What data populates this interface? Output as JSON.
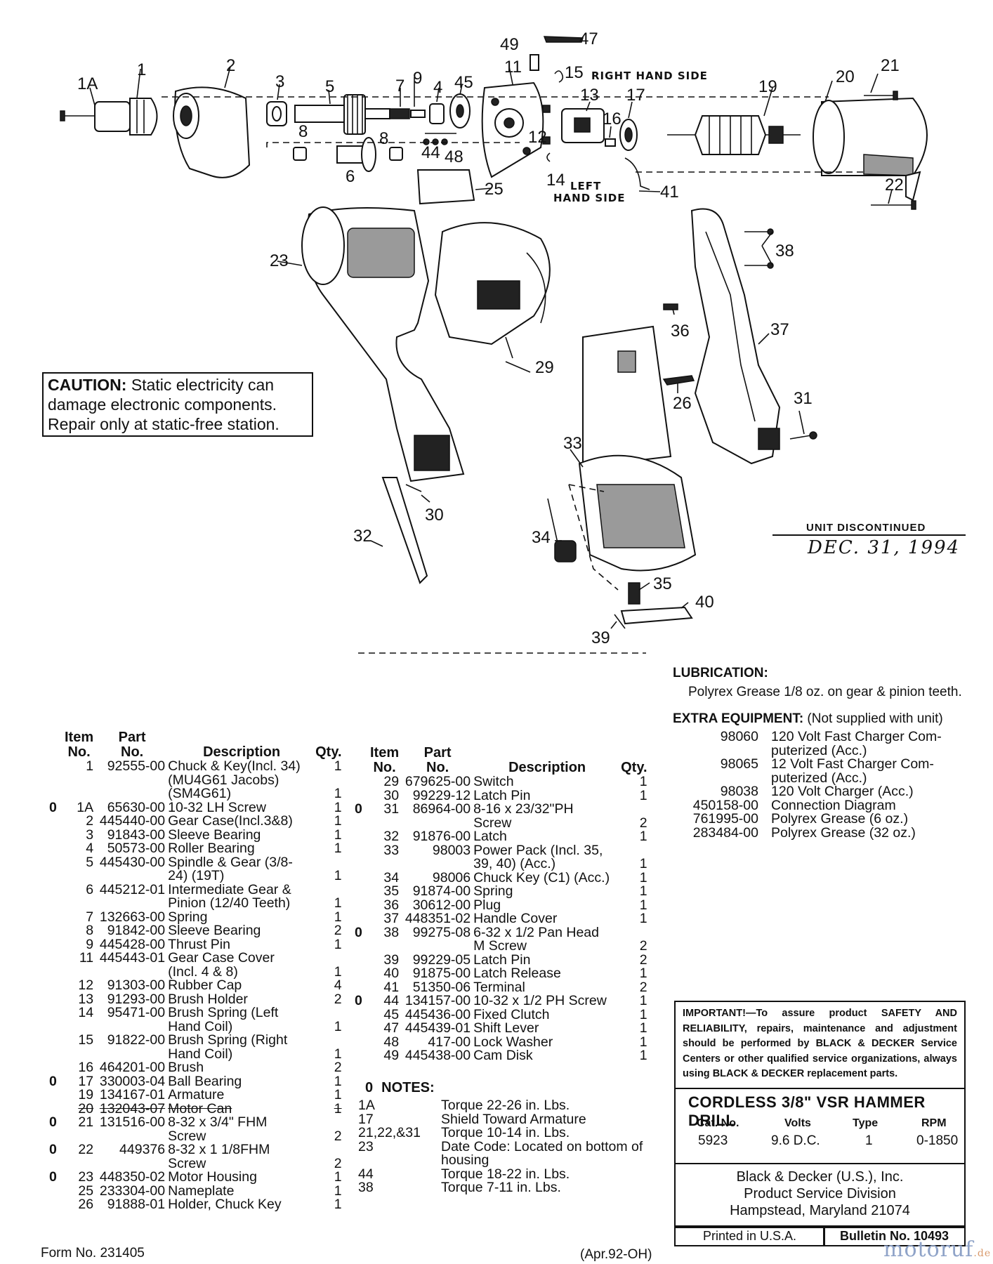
{
  "diagram": {
    "labels": {
      "p1A": "1A",
      "p1": "1",
      "p2": "2",
      "p3": "3",
      "p5": "5",
      "p7": "7",
      "p9": "9",
      "p4": "4",
      "p45": "45",
      "p49": "49",
      "p47": "47",
      "p11": "11",
      "p15": "15",
      "p19": "19",
      "p20": "20",
      "p21": "21",
      "p22": "22",
      "p13": "13",
      "p17": "17",
      "p16": "16",
      "p12": "12",
      "p14": "14",
      "p41": "41",
      "p25": "25",
      "p6": "6",
      "p8a": "8",
      "p8b": "8",
      "p44": "44",
      "p48": "48",
      "p23": "23",
      "p38": "38",
      "p36": "36",
      "p37": "37",
      "p29": "29",
      "p26": "26",
      "p31": "31",
      "p33": "33",
      "p30": "30",
      "p32": "32",
      "p34": "34",
      "p35": "35",
      "p40": "40",
      "p39": "39"
    },
    "right_hand_side": "RIGHT HAND SIDE",
    "left_word": "LEFT",
    "hand_side": "HAND SIDE",
    "unit_discontinued": "UNIT DISCONTINUED",
    "discontinued_date": "DEC. 31, 1994"
  },
  "caution": {
    "bold": "CAUTION:",
    "line1": " Static electricity can",
    "line2": "damage electronic components.",
    "line3": "Repair only at static-free station."
  },
  "parts_headers": {
    "item": "Item",
    "no": "No.",
    "part": "Part",
    "part_no": "No.",
    "description": "Description",
    "qty": "Qty."
  },
  "parts_left": [
    {
      "mark": "",
      "item": "1",
      "part": "92555-00",
      "desc": "Chuck & Key(Incl. 34)",
      "qty": "1"
    },
    {
      "mark": "",
      "item": "",
      "part": "",
      "desc": "(MU4G61 Jacobs)",
      "qty": ""
    },
    {
      "mark": "",
      "item": "",
      "part": "",
      "desc": "(SM4G61)",
      "qty": "1"
    },
    {
      "mark": "0",
      "item": "1A",
      "part": "65630-00",
      "desc": "10-32 LH Screw",
      "qty": "1"
    },
    {
      "mark": "",
      "item": "2",
      "part": "445440-00",
      "desc": "Gear Case(Incl.3&8)",
      "qty": "1"
    },
    {
      "mark": "",
      "item": "3",
      "part": "91843-00",
      "desc": "Sleeve Bearing",
      "qty": "1"
    },
    {
      "mark": "",
      "item": "4",
      "part": "50573-00",
      "desc": "Roller Bearing",
      "qty": "1"
    },
    {
      "mark": "",
      "item": "5",
      "part": "445430-00",
      "desc": "Spindle & Gear (3/8-",
      "qty": ""
    },
    {
      "mark": "",
      "item": "",
      "part": "",
      "desc": "24) (19T)",
      "qty": "1"
    },
    {
      "mark": "",
      "item": "6",
      "part": "445212-01",
      "desc": "Intermediate Gear &",
      "qty": ""
    },
    {
      "mark": "",
      "item": "",
      "part": "",
      "desc": "Pinion (12/40 Teeth)",
      "qty": "1"
    },
    {
      "mark": "",
      "item": "7",
      "part": "132663-00",
      "desc": "Spring",
      "qty": "1"
    },
    {
      "mark": "",
      "item": "8",
      "part": "91842-00",
      "desc": "Sleeve Bearing",
      "qty": "2"
    },
    {
      "mark": "",
      "item": "9",
      "part": "445428-00",
      "desc": "Thrust Pin",
      "qty": "1"
    },
    {
      "mark": "",
      "item": "11",
      "part": "445443-01",
      "desc": "Gear Case Cover",
      "qty": ""
    },
    {
      "mark": "",
      "item": "",
      "part": "",
      "desc": "(Incl. 4 & 8)",
      "qty": "1"
    },
    {
      "mark": "",
      "item": "12",
      "part": "91303-00",
      "desc": "Rubber Cap",
      "qty": "4"
    },
    {
      "mark": "",
      "item": "13",
      "part": "91293-00",
      "desc": "Brush Holder",
      "qty": "2"
    },
    {
      "mark": "",
      "item": "14",
      "part": "95471-00",
      "desc": "Brush Spring (Left",
      "qty": ""
    },
    {
      "mark": "",
      "item": "",
      "part": "",
      "desc": "Hand Coil)",
      "qty": "1"
    },
    {
      "mark": "",
      "item": "15",
      "part": "91822-00",
      "desc": "Brush Spring (Right",
      "qty": ""
    },
    {
      "mark": "",
      "item": "",
      "part": "",
      "desc": "Hand Coil)",
      "qty": "1"
    },
    {
      "mark": "",
      "item": "16",
      "part": "464201-00",
      "desc": "Brush",
      "qty": "2"
    },
    {
      "mark": "0",
      "item": "17",
      "part": "330003-04",
      "desc": "Ball Bearing",
      "qty": "1"
    },
    {
      "mark": "",
      "item": "19",
      "part": "134167-01",
      "desc": "Armature",
      "qty": "1"
    },
    {
      "mark": "",
      "item": "20",
      "part": "132043-07",
      "desc": "Motor Can",
      "qty": "1",
      "strike": true
    },
    {
      "mark": "0",
      "item": "21",
      "part": "131516-00",
      "desc": "8-32 x 3/4\" FHM",
      "qty": ""
    },
    {
      "mark": "",
      "item": "",
      "part": "",
      "desc": "Screw",
      "qty": "2"
    },
    {
      "mark": "0",
      "item": "22",
      "part": "449376",
      "desc": "8-32 x 1 1/8FHM",
      "qty": ""
    },
    {
      "mark": "",
      "item": "",
      "part": "",
      "desc": "Screw",
      "qty": "2"
    },
    {
      "mark": "0",
      "item": "23",
      "part": "448350-02",
      "desc": "Motor Housing",
      "qty": "1"
    },
    {
      "mark": "",
      "item": "25",
      "part": "233304-00",
      "desc": "Nameplate",
      "qty": "1"
    },
    {
      "mark": "",
      "item": "26",
      "part": "91888-01",
      "desc": "Holder, Chuck Key",
      "qty": "1"
    }
  ],
  "parts_right": [
    {
      "mark": "",
      "item": "29",
      "part": "679625-00",
      "desc": "Switch",
      "qty": "1"
    },
    {
      "mark": "",
      "item": "30",
      "part": "99229-12",
      "desc": "Latch Pin",
      "qty": "1"
    },
    {
      "mark": "0",
      "item": "31",
      "part": "86964-00",
      "desc": "8-16 x 23/32\"PH",
      "qty": ""
    },
    {
      "mark": "",
      "item": "",
      "part": "",
      "desc": "Screw",
      "qty": "2"
    },
    {
      "mark": "",
      "item": "32",
      "part": "91876-00",
      "desc": "Latch",
      "qty": "1"
    },
    {
      "mark": "",
      "item": "33",
      "part": "98003",
      "desc": "Power Pack (Incl. 35,",
      "qty": ""
    },
    {
      "mark": "",
      "item": "",
      "part": "",
      "desc": "39, 40) (Acc.)",
      "qty": "1"
    },
    {
      "mark": "",
      "item": "34",
      "part": "98006",
      "desc": "Chuck Key (C1) (Acc.)",
      "qty": "1"
    },
    {
      "mark": "",
      "item": "35",
      "part": "91874-00",
      "desc": "Spring",
      "qty": "1"
    },
    {
      "mark": "",
      "item": "36",
      "part": "30612-00",
      "desc": "Plug",
      "qty": "1"
    },
    {
      "mark": "",
      "item": "37",
      "part": "448351-02",
      "desc": "Handle Cover",
      "qty": "1"
    },
    {
      "mark": "0",
      "item": "38",
      "part": "99275-08",
      "desc": "6-32 x 1/2 Pan Head",
      "qty": ""
    },
    {
      "mark": "",
      "item": "",
      "part": "",
      "desc": "M Screw",
      "qty": "2"
    },
    {
      "mark": "",
      "item": "39",
      "part": "99229-05",
      "desc": "Latch Pin",
      "qty": "2"
    },
    {
      "mark": "",
      "item": "40",
      "part": "91875-00",
      "desc": "Latch Release",
      "qty": "1"
    },
    {
      "mark": "",
      "item": "41",
      "part": "51350-06",
      "desc": "Terminal",
      "qty": "2"
    },
    {
      "mark": "0",
      "item": "44",
      "part": "134157-00",
      "desc": "10-32 x 1/2 PH Screw",
      "qty": "1"
    },
    {
      "mark": "",
      "item": "45",
      "part": "445436-00",
      "desc": "Fixed Clutch",
      "qty": "1"
    },
    {
      "mark": "",
      "item": "47",
      "part": "445439-01",
      "desc": "Shift Lever",
      "qty": "1"
    },
    {
      "mark": "",
      "item": "48",
      "part": "417-00",
      "desc": "Lock Washer",
      "qty": "1"
    },
    {
      "mark": "",
      "item": "49",
      "part": "445438-00",
      "desc": "Cam Disk",
      "qty": "1"
    }
  ],
  "notes": {
    "title": "NOTES:",
    "mark": "0",
    "rows": [
      {
        "item": "1A",
        "text": "Torque 22-26 in. Lbs."
      },
      {
        "item": "17",
        "text": "Shield Toward Armature"
      },
      {
        "item": "21,22,&31",
        "text": "Torque 10-14 in. Lbs."
      },
      {
        "item": "23",
        "text": "Date Code: Located on bottom of"
      },
      {
        "item": "",
        "text": "housing"
      },
      {
        "item": "44",
        "text": "Torque 18-22 in. Lbs."
      },
      {
        "item": "38",
        "text": "Torque 7-11 in. Lbs."
      }
    ]
  },
  "lubrication": {
    "title": "LUBRICATION:",
    "text": "Polyrex Grease 1/8 oz. on gear & pinion teeth."
  },
  "extra_equipment": {
    "title": "EXTRA EQUIPMENT:",
    "subtitle": "(Not supplied with unit)",
    "rows": [
      {
        "part": "98060",
        "desc": "120 Volt Fast Charger Com-"
      },
      {
        "part": "",
        "desc": "puterized (Acc.)"
      },
      {
        "part": "98065",
        "desc": "12 Volt Fast Charger Com-"
      },
      {
        "part": "",
        "desc": "puterized (Acc.)"
      },
      {
        "part": "98038",
        "desc": "120 Volt Charger (Acc.)"
      },
      {
        "part": "450158-00",
        "desc": "Connection Diagram"
      },
      {
        "part": "761995-00",
        "desc": "Polyrex Grease (6 oz.)"
      },
      {
        "part": "283484-00",
        "desc": "Polyrex Grease (32 oz.)"
      }
    ]
  },
  "important": {
    "lead": "IMPORTANT!",
    "text": "—To assure product SAFETY AND RELIABILITY, repairs, maintenance and adjustment should be performed by BLACK & DECKER Service Centers or other qualified service organizations, always using BLACK & DECKER replacement parts."
  },
  "product": {
    "title": "CORDLESS 3/8\" VSR HAMMER DRILL",
    "headers": {
      "cat": "Cat. No.",
      "volts": "Volts",
      "type": "Type",
      "rpm": "RPM"
    },
    "values": {
      "cat": "5923",
      "volts": "9.6 D.C.",
      "type": "1",
      "rpm": "0-1850"
    }
  },
  "company": {
    "line1": "Black & Decker (U.S.), Inc.",
    "line2": "Product Service Division",
    "line3": "Hampstead, Maryland 21074"
  },
  "printed": "Printed in U.S.A.",
  "bulletin": "Bulletin No. 10493",
  "form_no": "Form No. 231405",
  "date_code": "(Apr.92-OH)",
  "watermark": "motoruf",
  "watermark_suffix": ".de"
}
